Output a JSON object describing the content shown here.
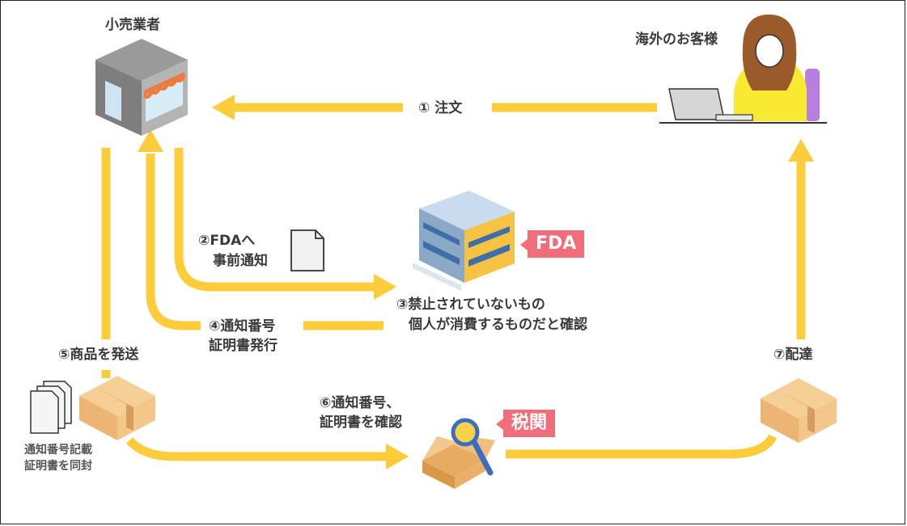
{
  "nodes": {
    "retailer": "小売業者",
    "customer": "海外のお客様"
  },
  "steps": {
    "s1": "① 注文",
    "s2_line1": "②FDAへ",
    "s2_line2": "事前通知",
    "s3_line1": "③禁止されていないもの",
    "s3_line2": "個人が消費するものだと確認",
    "s4_line1": "④通知番号",
    "s4_line2": "証明書発行",
    "s5": "⑤商品を発送",
    "s6_line1": "⑥通知番号、",
    "s6_line2": "証明書を確認",
    "s7": "⑦配達"
  },
  "notes": {
    "docs_line1": "通知番号記載",
    "docs_line2": "証明書を同封"
  },
  "badges": {
    "fda": "FDA",
    "customs": "税関"
  },
  "colors": {
    "arrow": "#fccc3a",
    "badge": "#f06e7a"
  }
}
